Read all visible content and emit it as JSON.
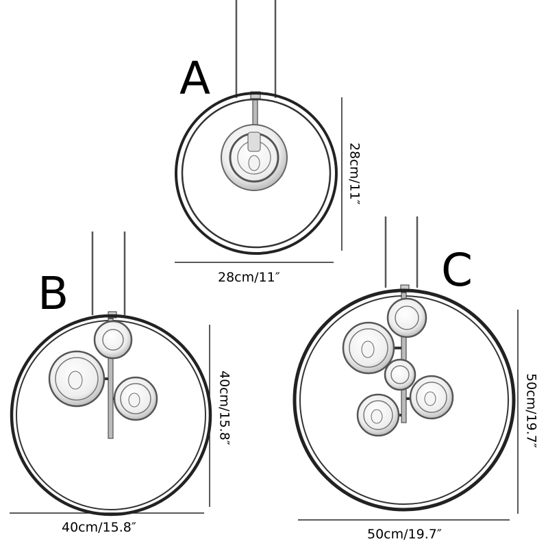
{
  "lamps": [
    {
      "letter": "A",
      "width": "28cm/11″",
      "height": "28cm/11″"
    },
    {
      "letter": "B",
      "width": "40cm/15.8″",
      "height": "40cm/15.8″"
    },
    {
      "letter": "C",
      "width": "50cm/19.7″",
      "height": "50cm/19.7″"
    }
  ]
}
